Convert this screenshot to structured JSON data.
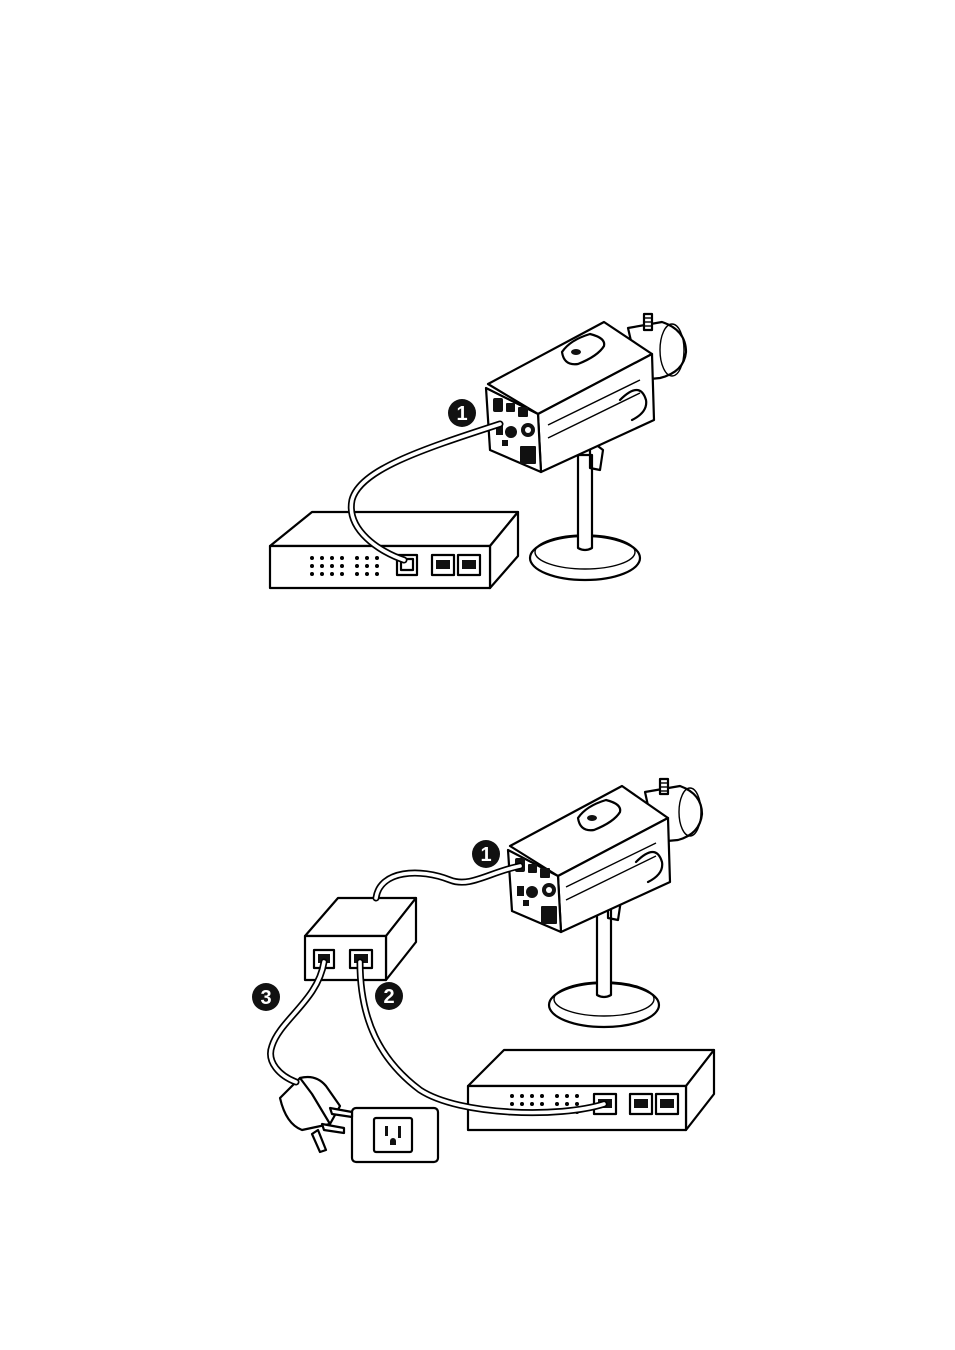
{
  "figures": [
    {
      "id": "direct-connection",
      "components": [
        "ip-camera",
        "network-switch",
        "ethernet-cable"
      ],
      "callouts": [
        {
          "label": "1",
          "meaning": "ethernet-cable-to-camera"
        }
      ]
    },
    {
      "id": "poe-connection",
      "components": [
        "ip-camera",
        "poe-injector",
        "network-switch",
        "power-plug",
        "wall-outlet"
      ],
      "callouts": [
        {
          "label": "1",
          "meaning": "ethernet-cable-injector-to-camera"
        },
        {
          "label": "2",
          "meaning": "ethernet-cable-injector-to-switch"
        },
        {
          "label": "3",
          "meaning": "power-cord-to-outlet"
        }
      ]
    }
  ],
  "colors": {
    "line": "#000000",
    "badge": "#111111",
    "background": "#ffffff"
  }
}
